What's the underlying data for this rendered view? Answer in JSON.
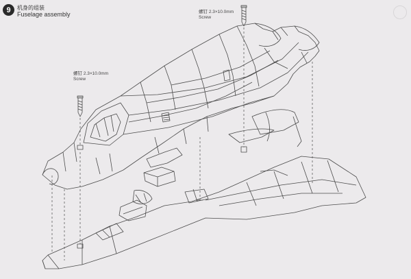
{
  "step": {
    "number": "9",
    "title_cn": "机身的组装",
    "title_en": "Fuselage assembly"
  },
  "callouts": [
    {
      "part_cn": "螺钉",
      "size": "2.3×10.0mm",
      "part_en": "Screw"
    },
    {
      "part_cn": "螺钉",
      "size": "2.3×10.0mm",
      "part_en": "Screw"
    }
  ],
  "icons": [
    "screw-icon",
    "step-number-badge"
  ],
  "colors": {
    "line": "#4a4a4a",
    "paper": "#eceaec",
    "badge": "#2a2a2a"
  }
}
